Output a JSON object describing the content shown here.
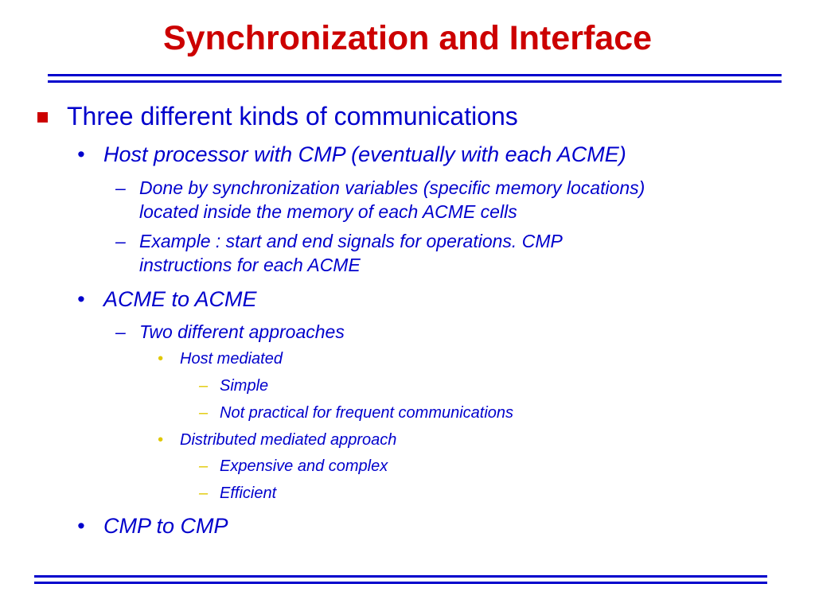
{
  "slide": {
    "title": "Synchronization and Interface",
    "bullets": {
      "main": "Three different kinds of communications",
      "host_processor": "Host processor with CMP (eventually with each ACME)",
      "done_by_line1": "Done by synchronization variables (specific memory locations)",
      "done_by_line2": "located inside the memory of each ACME cells",
      "example_line1": "Example : start and end signals for operations. CMP",
      "example_line2": "instructions for each ACME",
      "acme_to_acme": "ACME to ACME",
      "two_approaches": "Two different approaches",
      "host_mediated": "Host mediated",
      "simple": "Simple",
      "not_practical": "Not practical for frequent communications",
      "distributed": "Distributed mediated approach",
      "expensive": "Expensive and complex",
      "efficient": "Efficient",
      "cmp_to_cmp": "CMP to CMP"
    },
    "markers": {
      "bullet": "•",
      "dash": "–"
    },
    "colors": {
      "title": "#cc0000",
      "body_text": "#0000cc",
      "square_bullet": "#cc0000",
      "sub_bullet": "#e0c800",
      "rules": "#0000cc"
    }
  }
}
